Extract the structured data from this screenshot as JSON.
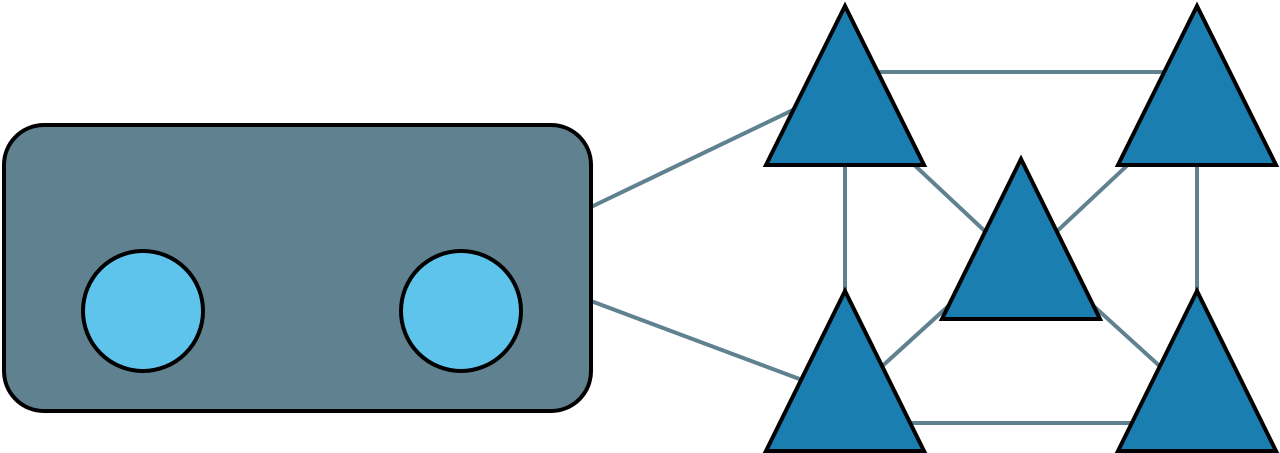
{
  "colors": {
    "background": "#ffffff",
    "container_fill": "#5f8190",
    "circle_fill": "#5fc4ec",
    "triangle_fill": "#1b7eb0",
    "edge": "#5f8190",
    "outline": "#000000"
  },
  "container": {
    "shape": "rounded-rectangle",
    "children": [
      {
        "id": "circle-left",
        "shape": "circle"
      },
      {
        "id": "circle-right",
        "shape": "circle"
      }
    ]
  },
  "cluster_nodes": [
    {
      "id": "top-left",
      "shape": "triangle"
    },
    {
      "id": "top-right",
      "shape": "triangle"
    },
    {
      "id": "center",
      "shape": "triangle"
    },
    {
      "id": "bottom-left",
      "shape": "triangle"
    },
    {
      "id": "bottom-right",
      "shape": "triangle"
    }
  ],
  "edges": [
    {
      "from": "container",
      "to": "top-left"
    },
    {
      "from": "container",
      "to": "bottom-left"
    },
    {
      "from": "top-left",
      "to": "top-right"
    },
    {
      "from": "top-left",
      "to": "bottom-left"
    },
    {
      "from": "top-right",
      "to": "bottom-right"
    },
    {
      "from": "bottom-left",
      "to": "bottom-right"
    },
    {
      "from": "top-left",
      "to": "center"
    },
    {
      "from": "top-right",
      "to": "center"
    },
    {
      "from": "bottom-left",
      "to": "center"
    },
    {
      "from": "bottom-right",
      "to": "center"
    }
  ]
}
